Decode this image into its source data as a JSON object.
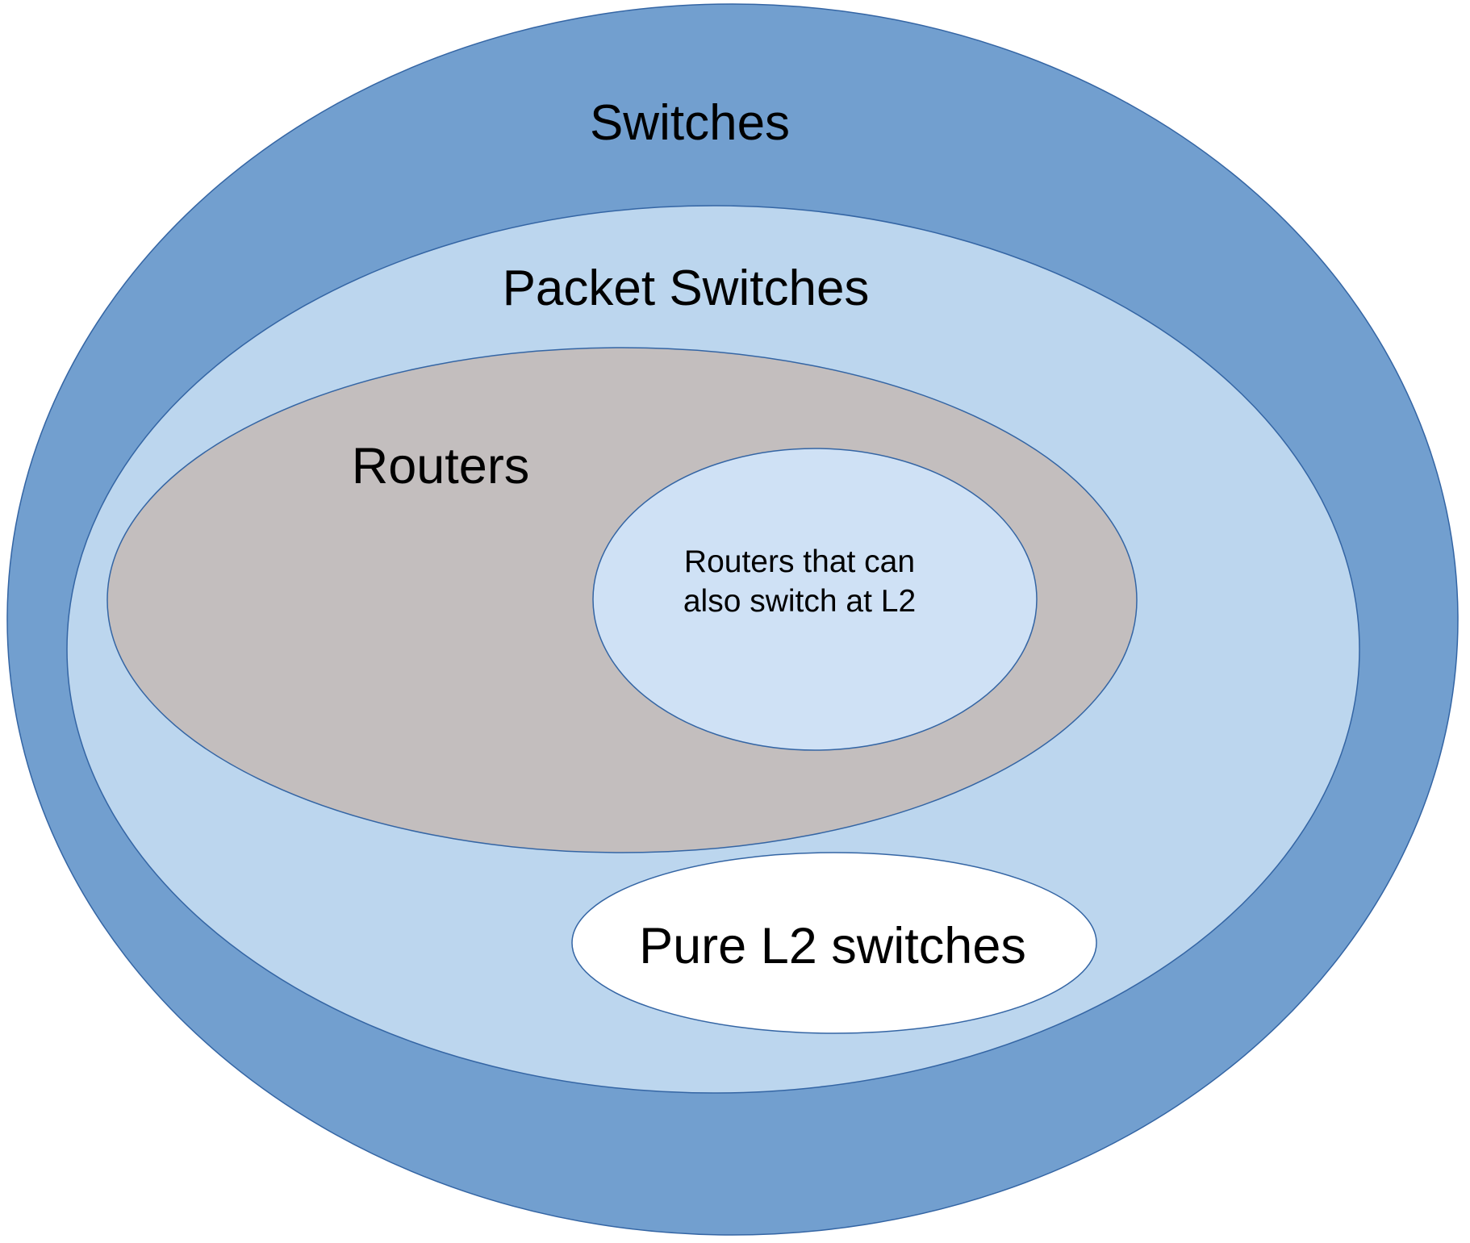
{
  "diagram": {
    "type": "nested-sets",
    "sets": [
      {
        "id": "switches",
        "label": "Switches",
        "fill": "#729fcf",
        "parent": null
      },
      {
        "id": "packet-switches",
        "label": "Packet Switches",
        "fill": "#bcd6ee",
        "parent": "switches"
      },
      {
        "id": "routers",
        "label": "Routers",
        "fill": "#c3bebe",
        "parent": "packet-switches"
      },
      {
        "id": "routers-l2",
        "label_lines": [
          "Routers that can",
          "also switch at L2"
        ],
        "fill": "#cfe1f5",
        "parent": "routers"
      },
      {
        "id": "pure-l2",
        "label": "Pure L2 switches",
        "fill": "#ffffff",
        "parent": "packet-switches"
      }
    ],
    "stroke_color": "#3465a4",
    "text_color": "#000000"
  }
}
